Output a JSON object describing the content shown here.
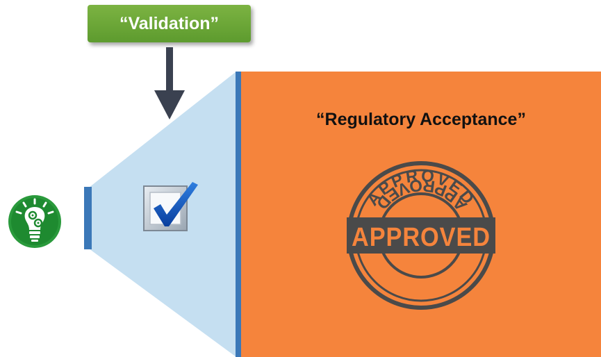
{
  "validation": {
    "label": "“Validation”"
  },
  "regulatory": {
    "label": "“Regulatory Acceptance”"
  },
  "stamp": {
    "center_text": "APPROVED",
    "arc_top": "APPROVED",
    "arc_bottom": "APPROVED"
  },
  "colors": {
    "green": "#6aa535",
    "orange": "#f5843c",
    "light_blue": "#c5dff1",
    "blue_bar": "#3b78b8",
    "arrow": "#3a4150",
    "stamp": "#4a4a4a"
  },
  "icons": [
    "lightbulb-gears-icon",
    "checkbox-checked-icon",
    "approved-stamp-icon",
    "down-arrow-icon"
  ]
}
